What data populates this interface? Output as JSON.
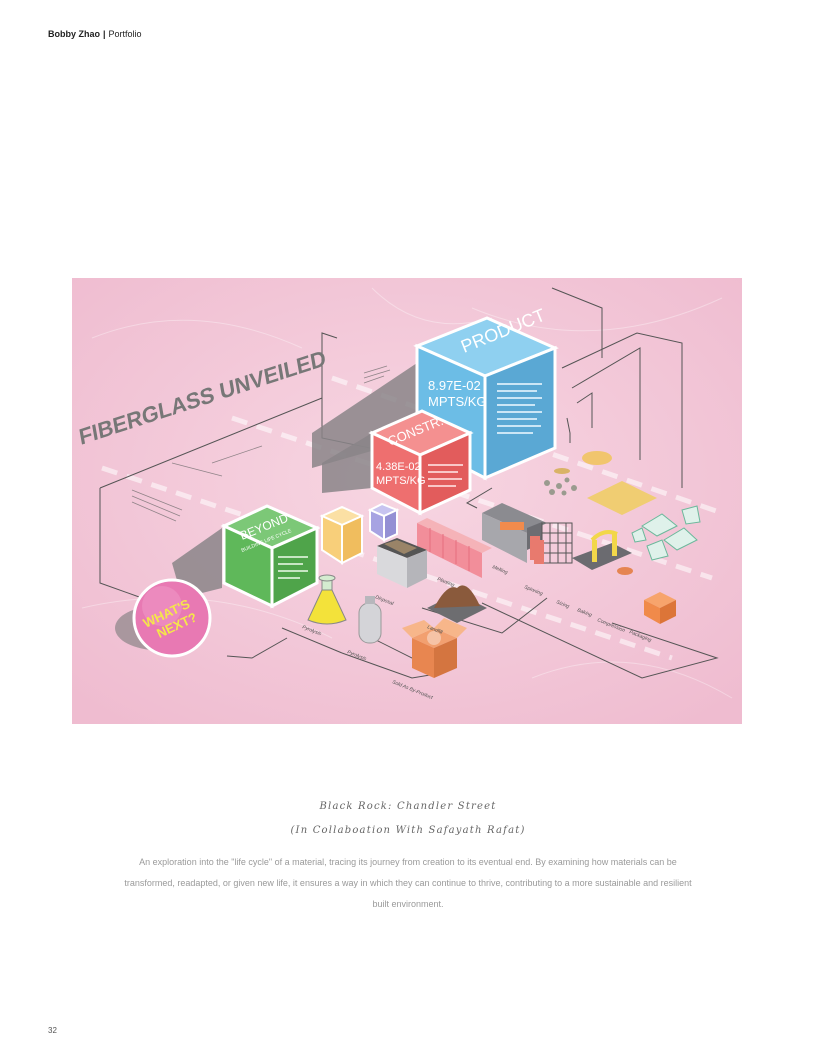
{
  "header": {
    "author": "Bobby Zhao",
    "separator": "|",
    "section": "Portfolio"
  },
  "figure": {
    "title": "FIBERGLASS UNVEILED",
    "product": {
      "label": "PRODUCT",
      "value": "8.97E-02",
      "unit": "MPTS/KG"
    },
    "construction": {
      "label": "CONSTR.",
      "value": "4.38E-02",
      "unit": "MPTS/KG"
    },
    "beyond": {
      "label": "BEYOND",
      "sublabel": "BUILDING LIFE CYCLE"
    },
    "bubble": {
      "line1": "WHAT'S",
      "line2": "NEXT?"
    },
    "process_labels": [
      "Melting",
      "Spinning",
      "Sizing",
      "Baking",
      "Compression",
      "Packaging",
      "Planting",
      "Disposal",
      "Landfill",
      "Sold As By-Product",
      "Pyrolysis",
      "Pyrolysis"
    ],
    "colors": {
      "background": "#f3c7d8",
      "product": "#6cbde6",
      "construction": "#ee6f6f",
      "beyond": "#5fb85a",
      "bubble": "#e879b3",
      "bubble_text": "#f5e64a"
    }
  },
  "caption": {
    "title": "Black Rock: Chandler Street",
    "subtitle": "(In Collaboation With Safayath Rafat)",
    "description": "An exploration into the \"life cycle\" of a material, tracing its journey from creation to its eventual end. By examining how materials can be transformed, readapted, or given new life, it ensures a way in which they can continue to thrive, contributing to a more sustainable and resilient built environment."
  },
  "page_number": "32"
}
